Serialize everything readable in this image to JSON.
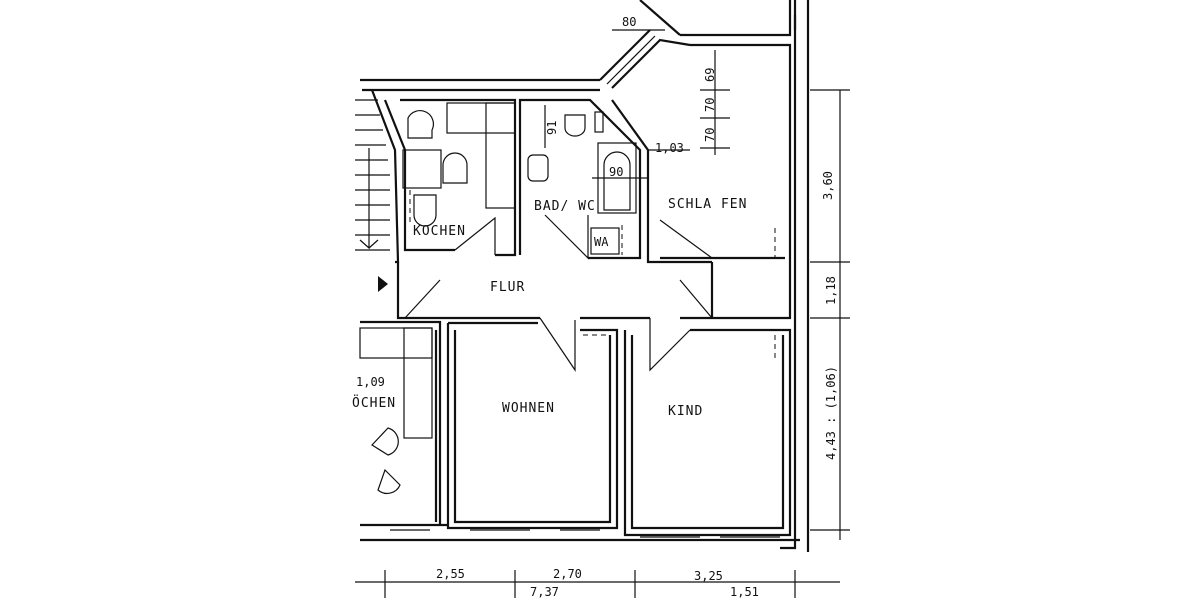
{
  "rooms": {
    "kochen": "KOCHEN",
    "bad_wc": "BAD/ WC",
    "schlafen": "SCHLA FEN",
    "flur": "FLUR",
    "wohnen": "WOHNEN",
    "kind": "KIND",
    "neighbor_kochen": "ÖCHEN",
    "wa": "WA"
  },
  "dimensions": {
    "window_80": "80",
    "d69": "69",
    "d70a": "70",
    "d70b": "70",
    "d91": "91",
    "d103": "1,03",
    "d90": "90",
    "d109": "1,09",
    "right_360": "3,60",
    "right_118": "1,18",
    "right_443": "4,43 : (1,06)",
    "bottom_255": "2,55",
    "bottom_270": "2,70",
    "bottom_325": "3,25",
    "bottom_737": "7,37",
    "bottom_151": "1,51"
  },
  "colors": {
    "ink": "#111111",
    "paper": "#ffffff"
  }
}
